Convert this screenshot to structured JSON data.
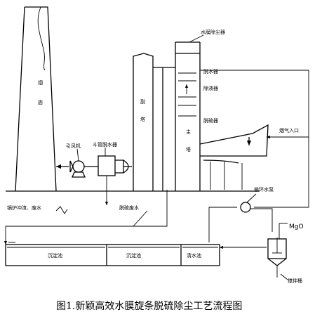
{
  "caption": "图1.新颖高效水膜旋条脱硫除尘工艺流程图",
  "labels": {
    "chimney_1": "烟",
    "chimney_2": "囱",
    "fan": "引风机",
    "demister": "斗管脱水器",
    "tower_1": "副",
    "tower_2": "塔",
    "main_tower_1": "主",
    "main_tower_2": "塔",
    "water_film_collector": "水膜除尘器",
    "reheater": "脱水器",
    "dedusting": "除液器",
    "desulfurizer": "脱硫器",
    "flue_gas_inlet": "烟气入口",
    "circulation_pump": "循环水泵",
    "boiler_slag_water": "锅炉冲渣、废水",
    "desulfurization_wastewater": "脱硫废水",
    "tank_1": "沉淀池",
    "tank_2": "沉淀池",
    "tank_3": "清水池",
    "mgo": "MgO",
    "mixing_tank": "搅拌桶"
  }
}
